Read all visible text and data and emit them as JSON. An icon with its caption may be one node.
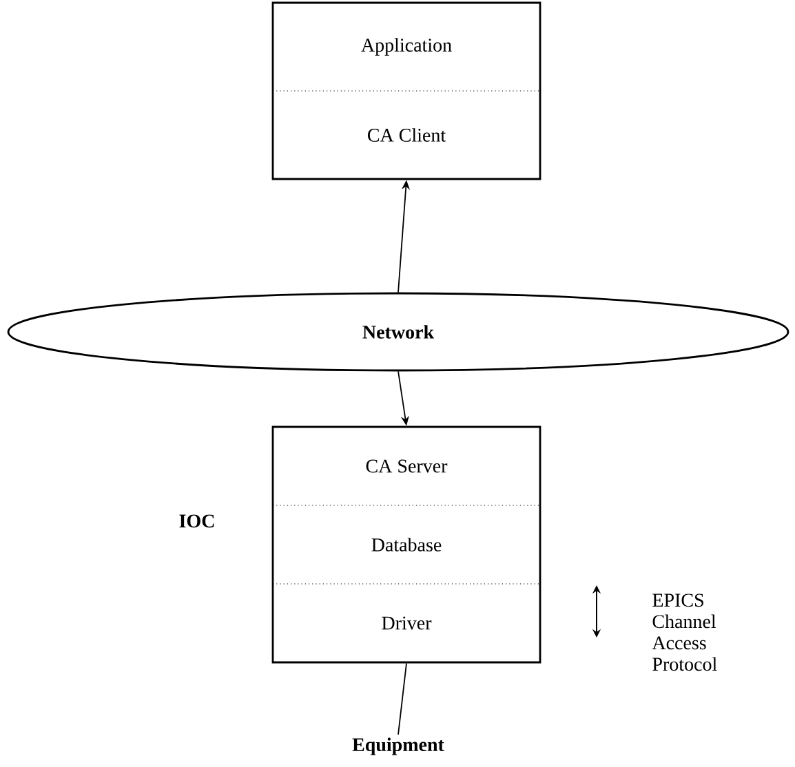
{
  "diagram": {
    "nodes": [
      {
        "text": [
          "Application",
          "CA Client"
        ]
      },
      {
        "text": [
          "Network"
        ]
      },
      {
        "text": [
          "CA Server",
          "Database",
          "Driver"
        ],
        "beside": [
          "IOC"
        ]
      },
      {
        "text": [
          "Equipment"
        ]
      }
    ],
    "edges": [
      {
        "from": 1,
        "to": 0,
        "arrow": "to"
      },
      {
        "from": 1,
        "to": 2,
        "arrow": "to"
      },
      {
        "from": 2,
        "to": 3,
        "arrow": "none"
      }
    ],
    "legend": [
      {
        "text": "EPICS Channel Access Protocol"
      }
    ]
  }
}
